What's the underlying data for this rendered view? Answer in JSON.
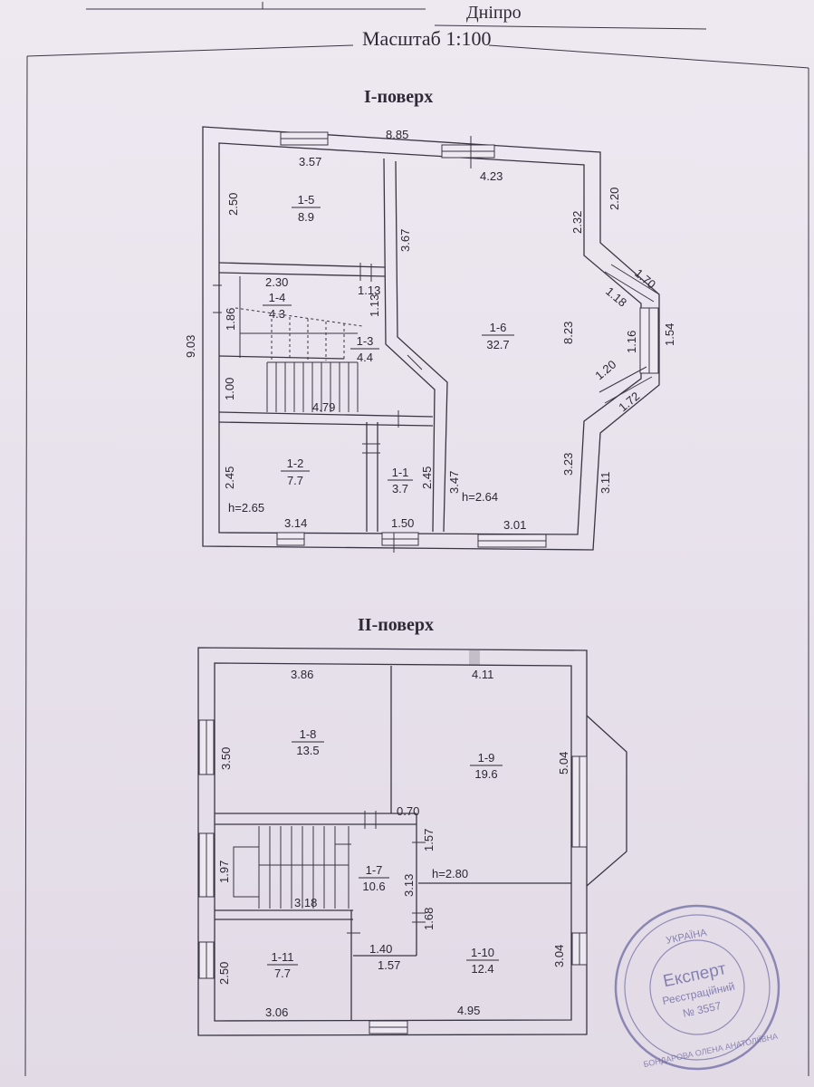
{
  "header": {
    "city": "Дніпро",
    "scale": "Масштаб 1:100"
  },
  "floors": [
    {
      "title": "I-поверх",
      "overall_dims": {
        "width": "8.85",
        "height": "9.03"
      },
      "rooms": [
        {
          "id": "1-1",
          "area": "3.7"
        },
        {
          "id": "1-2",
          "area": "7.7"
        },
        {
          "id": "1-3",
          "area": "4.4"
        },
        {
          "id": "1-4",
          "area": "4.3"
        },
        {
          "id": "1-5",
          "area": "8.9"
        },
        {
          "id": "1-6",
          "area": "32.7"
        }
      ],
      "dimensions": [
        "3.57",
        "4.23",
        "2.50",
        "2.20",
        "2.32",
        "3.67",
        "2.30",
        "1.13",
        "1.13",
        "1.86",
        "1.70",
        "1.18",
        "8.23",
        "1.16",
        "1.54",
        "1.20",
        "1.72",
        "1.00",
        "4.79",
        "2.45",
        "2.45",
        "3.47",
        "3.23",
        "3.11",
        "3.14",
        "1.50",
        "3.01"
      ],
      "heights": [
        "h=2.65",
        "h=2.64"
      ]
    },
    {
      "title": "II-поверх",
      "rooms": [
        {
          "id": "1-7",
          "area": "10.6"
        },
        {
          "id": "1-8",
          "area": "13.5"
        },
        {
          "id": "1-9",
          "area": "19.6"
        },
        {
          "id": "1-10",
          "area": "12.4"
        },
        {
          "id": "1-11",
          "area": "7.7"
        }
      ],
      "dimensions": [
        "3.86",
        "4.11",
        "3.50",
        "5.04",
        "0.70",
        "1.57",
        "1.97",
        "3.13",
        "3.18",
        "1.68",
        "1.40",
        "1.57",
        "2.50",
        "3.04",
        "3.06",
        "4.95"
      ],
      "heights": [
        "h=2.80"
      ]
    }
  ],
  "stamp": {
    "center_title": "Експерт",
    "center_sub": "Реєстраційний",
    "number": "№ 3557",
    "country": "УКРАЇНА",
    "name": "БОНДАРОВА ОЛЕНА АНАТОЛІЇВНА"
  },
  "colors": {
    "ink": "#2e2a35",
    "paper": "#e9e4ee",
    "stamp": "#6d6aa2"
  }
}
